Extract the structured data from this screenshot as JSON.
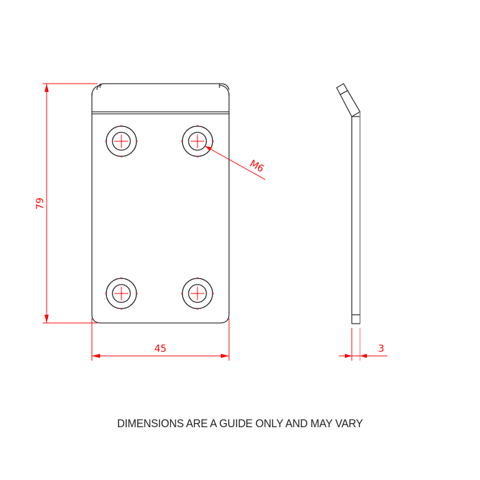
{
  "drawing": {
    "front_view": {
      "holes": 4,
      "hole_label": "M6"
    },
    "dimensions": {
      "height": "79",
      "width": "45",
      "thickness": "3",
      "hole_thread": "M6"
    },
    "colors": {
      "outline": "#222222",
      "dimension": "#ff0000"
    }
  },
  "footer": {
    "note": "DIMENSIONS ARE A GUIDE ONLY AND MAY VARY"
  }
}
